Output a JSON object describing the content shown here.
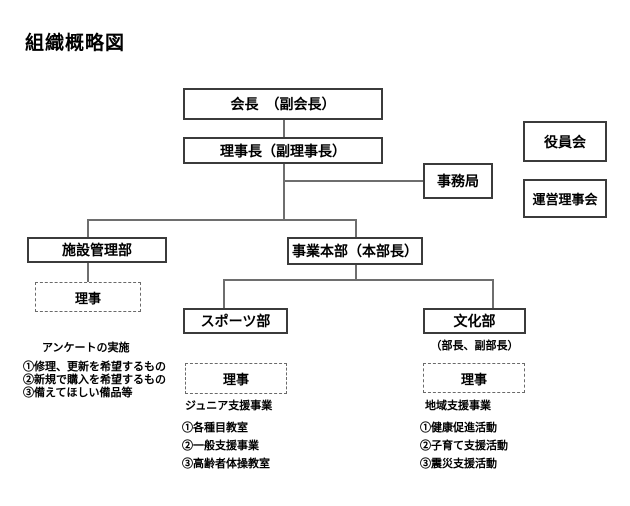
{
  "title": "組織概略図",
  "colors": {
    "background": "#ffffff",
    "box_border": "#3b3b3b",
    "dashed_border": "#6a6a6a",
    "connector": "#6e6e6e",
    "text": "#000000"
  },
  "org": {
    "chairman": "会長　（副会長）",
    "president": "理事長（副理事長）",
    "secretariat": "事務局",
    "officers_board": "役員会",
    "management_board": "運営理事会",
    "facility_dept": "施設管理部",
    "business_hq": "事業本部（本部長）",
    "sports_dept": "スポーツ部",
    "culture_dept": "文化部",
    "culture_dept_caption": "（部長、副部長）",
    "director": "理事"
  },
  "notes": {
    "survey": {
      "title": "アンケートの実施",
      "items": [
        "①修理、更新を希望するもの",
        "②新規で購入を希望するもの",
        "③備えてほしい備品等"
      ]
    },
    "junior": {
      "title": "ジュニア支援事業",
      "items": [
        "①各種目教室",
        "②一般支援事業",
        "③高齢者体操教室"
      ]
    },
    "regional": {
      "title": "地域支援事業",
      "items": [
        "①健康促進活動",
        "②子育て支援活動",
        "③震災支援活動"
      ]
    }
  }
}
